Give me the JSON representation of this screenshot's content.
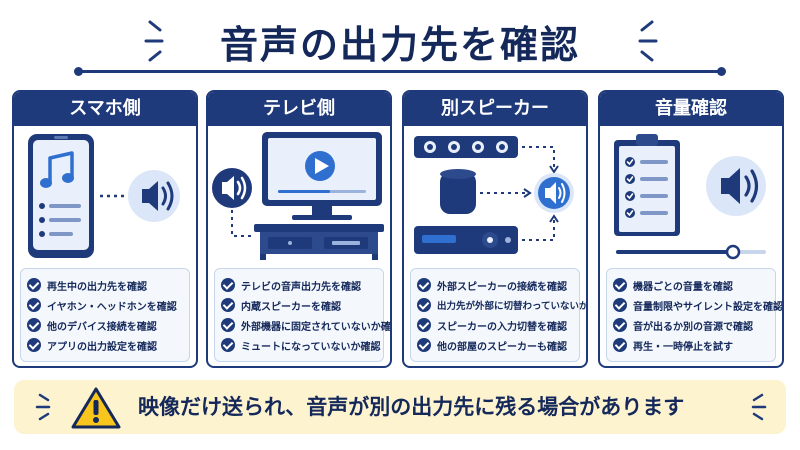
{
  "title": "音声の出力先を確認",
  "panels": [
    {
      "heading": "スマホ側",
      "items": [
        "再生中の出力先を確認",
        "イヤホン・ヘッドホンを確認",
        "他のデバイス接続を確認",
        "アプリの出力設定を確認"
      ]
    },
    {
      "heading": "テレビ側",
      "items": [
        "テレビの音声出力先を確認",
        "内蔵スピーカーを確認",
        "外部機器に固定されていないか確認",
        "ミュートになっていないか確認"
      ]
    },
    {
      "heading": "別スピーカー",
      "items": [
        "外部スピーカーの接続を確認",
        "出力先が外部に切替わっていないか確認",
        "スピーカーの入力切替を確認",
        "他の部屋のスピーカーも確認"
      ]
    },
    {
      "heading": "音量確認",
      "items": [
        "機器ごとの音量を確認",
        "音量制限やサイレント設定を確認",
        "音が出るか別の音源で確認",
        "再生・一時停止を試す"
      ]
    }
  ],
  "warning": "映像だけ送られ、音声が別の出力先に残る場合があります",
  "volume_level": 0.78,
  "colors": {
    "navy": "#1e3a7a",
    "blue": "#2f6fd0",
    "light_blue": "#dbe7f8",
    "warning_bg": "#fdf3cf",
    "warning_yellow": "#f7c51c"
  },
  "icons": [
    "speaker-icon",
    "music-note-icon",
    "play-icon",
    "warning-icon",
    "check-icon",
    "clipboard-icon"
  ]
}
